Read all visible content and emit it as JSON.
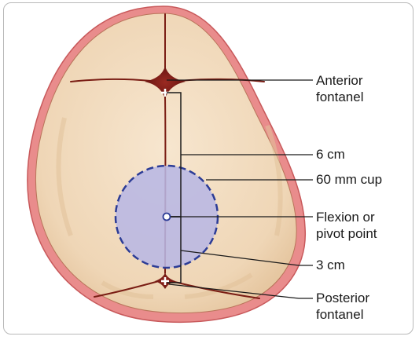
{
  "labels": {
    "anterior_fontanel": [
      "Anterior",
      "fontanel"
    ],
    "distance_6cm": "6 cm",
    "cup_size": "60 mm cup",
    "flexion_point": [
      "Flexion or",
      "pivot point"
    ],
    "distance_3cm": "3 cm",
    "posterior_fontanel": [
      "Posterior",
      "fontanel"
    ]
  },
  "colors": {
    "scalp": "#e88a8a",
    "skull": "#f2dcc0",
    "suture": "#7a1d14",
    "fontanel": "#6e1410",
    "cup_fill": "#b8b7e4",
    "cup_border": "#2c3c96",
    "leader_line": "#1a1a1a"
  }
}
